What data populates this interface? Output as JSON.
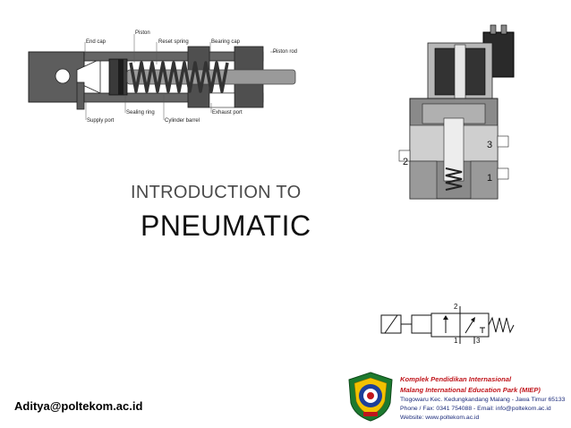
{
  "cylinder_diagram": {
    "labels": {
      "end_cap": "End cap",
      "piston": "Piston",
      "reset_spring": "Reset spring",
      "bearing_cap": "Bearing cap",
      "piston_rod": "Piston rod",
      "supply_port": "Supply port",
      "sealing_ring": "Sealing ring",
      "cylinder_barrel": "Cylinder barrel",
      "exhaust_port": "Exhaust port"
    }
  },
  "valve_diagram": {
    "ports": {
      "port_3": "3",
      "port_2": "2",
      "port_1": "1"
    }
  },
  "title": {
    "line1": "INTRODUCTION TO",
    "line2": "PNEUMATIC"
  },
  "valve_symbol": {
    "ports": {
      "top": "2",
      "bottom_left": "1",
      "bottom_right": "3"
    }
  },
  "institution": {
    "name_line1": "Komplek Pendidikan Internasional",
    "name_line2": "Malang International Education Park (MIEP)",
    "address": "Tlogowaru Kec. Kedungkandang Malang - Jawa Timur 65133",
    "contact": "Phone / Fax: 0341 754088 - Email: info@poltekom.ac.id",
    "website": "Website: www.poltekom.ac.id"
  },
  "author_email": "Aditya@poltekom.ac.id",
  "colors": {
    "institution_red": "#c0161c",
    "institution_blue": "#1a2a7a",
    "logo_green": "#1d7a2f",
    "logo_blue": "#1d3f9a"
  }
}
